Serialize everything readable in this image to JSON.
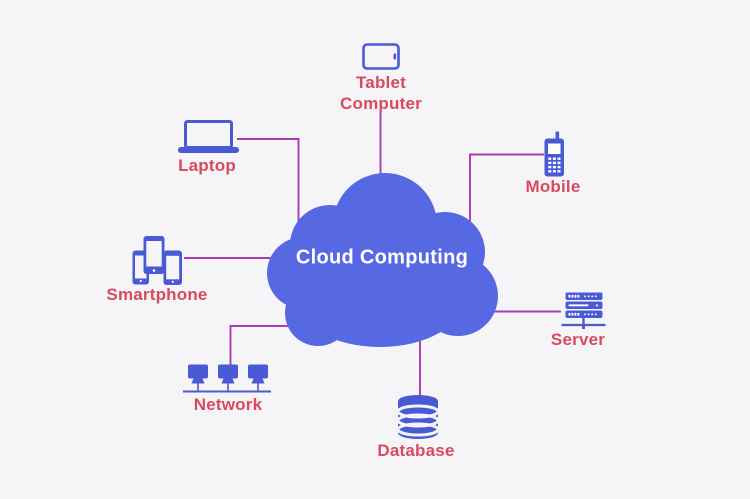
{
  "diagram": {
    "title": "Cloud Computing",
    "nodes": [
      {
        "id": "tablet",
        "label": "Tablet Computer",
        "icon": "tablet-icon"
      },
      {
        "id": "laptop",
        "label": "Laptop",
        "icon": "laptop-icon"
      },
      {
        "id": "mobile",
        "label": "Mobile",
        "icon": "mobile-icon"
      },
      {
        "id": "smartphone",
        "label": "Smartphone",
        "icon": "smartphone-icon"
      },
      {
        "id": "server",
        "label": "Server",
        "icon": "server-icon"
      },
      {
        "id": "network",
        "label": "Network",
        "icon": "network-icon"
      },
      {
        "id": "database",
        "label": "Database",
        "icon": "database-icon"
      }
    ],
    "edges": [
      {
        "from": "cloud",
        "to": "tablet"
      },
      {
        "from": "cloud",
        "to": "laptop"
      },
      {
        "from": "cloud",
        "to": "mobile"
      },
      {
        "from": "cloud",
        "to": "smartphone"
      },
      {
        "from": "cloud",
        "to": "server"
      },
      {
        "from": "cloud",
        "to": "network"
      },
      {
        "from": "cloud",
        "to": "database"
      }
    ],
    "colors": {
      "background": "#f5f4f6",
      "cloud": "#5668e2",
      "icon": "#4a5ad4",
      "connector": "#ab3bb5",
      "label": "#d94a60",
      "title_text": "#ffffff"
    }
  }
}
